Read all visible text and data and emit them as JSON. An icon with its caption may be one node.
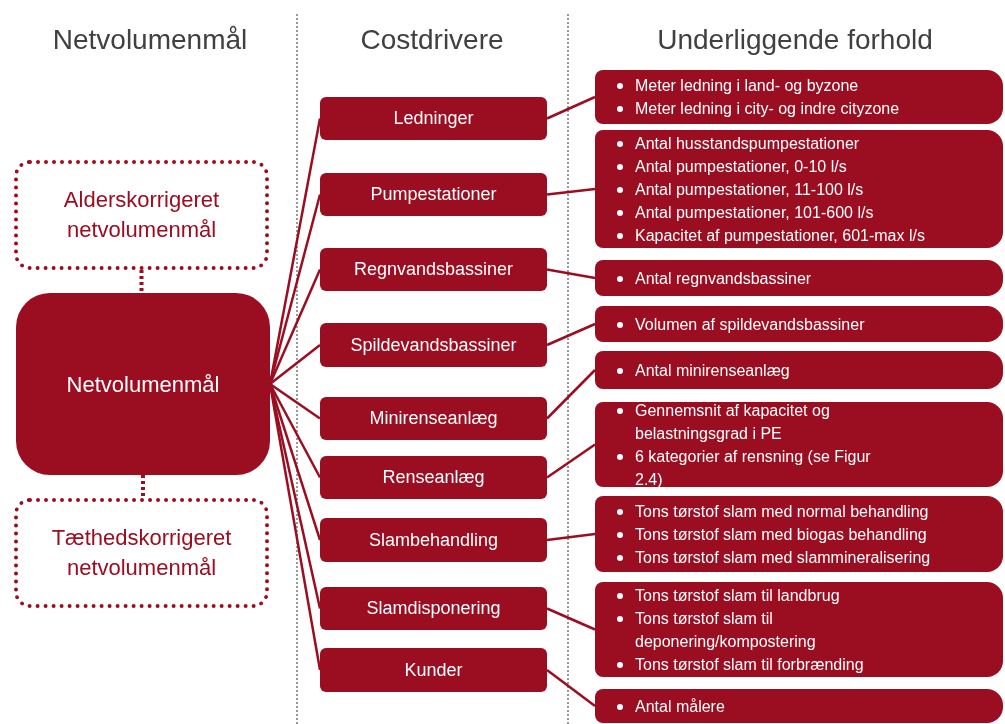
{
  "diagram": {
    "nodes": [
      {
        "text": [
          "Alderskorrigeret netvolumenmål"
        ]
      },
      {
        "text": [
          "Netvolumenmål"
        ]
      },
      {
        "text": [
          "Tæthedskorrigeret netvolumenmål"
        ]
      },
      {
        "text": [
          "Ledninger"
        ]
      },
      {
        "text": [
          "Pumpestationer"
        ]
      },
      {
        "text": [
          "Regnvandsbassiner"
        ]
      },
      {
        "text": [
          "Spildevandsbassiner"
        ]
      },
      {
        "text": [
          "Minirenseanlæg"
        ]
      },
      {
        "text": [
          "Renseanlæg"
        ]
      },
      {
        "text": [
          "Slambehandling"
        ]
      },
      {
        "text": [
          "Slamdisponering"
        ]
      },
      {
        "text": [
          "Kunder"
        ]
      },
      {
        "text": [
          "Meter ledning i land- og byzone",
          "Meter ledning i city- og indre cityzone"
        ]
      },
      {
        "text": [
          "Antal husstandspumpestationer",
          "Antal pumpestationer, 0-10 l/s",
          "Antal pumpestationer, 11-100 l/s",
          "Antal pumpestationer, 101-600 l/s",
          "Kapacitet af pumpestationer, 601-max l/s"
        ]
      },
      {
        "text": [
          "Antal regnvandsbassiner"
        ]
      },
      {
        "text": [
          "Volumen af spildevandsbassiner"
        ]
      },
      {
        "text": [
          "Antal minirenseanlæg"
        ]
      },
      {
        "text": [
          "Gennemsnit af kapacitet og belastningsgrad i PE",
          "6 kategorier af rensning (se Figur 2.4)"
        ]
      },
      {
        "text": [
          "Tons tørstof slam med normal behandling",
          "Tons tørstof slam med biogas behandling",
          "Tons tørstof slam med slammineralisering"
        ]
      },
      {
        "text": [
          "Tons tørstof slam til landbrug",
          "Tons tørstof slam til deponering/kompostering",
          "Tons tørstof slam til forbrænding"
        ]
      },
      {
        "text": [
          "Antal målere"
        ]
      }
    ],
    "edges": [
      {
        "from": 0,
        "to": 1,
        "arrow": "none",
        "style": "dashed"
      },
      {
        "from": 1,
        "to": 2,
        "arrow": "none",
        "style": "dashed"
      },
      {
        "from": 1,
        "to": 3,
        "arrow": "none"
      },
      {
        "from": 1,
        "to": 4,
        "arrow": "none"
      },
      {
        "from": 1,
        "to": 5,
        "arrow": "none"
      },
      {
        "from": 1,
        "to": 6,
        "arrow": "none"
      },
      {
        "from": 1,
        "to": 7,
        "arrow": "none"
      },
      {
        "from": 1,
        "to": 8,
        "arrow": "none"
      },
      {
        "from": 1,
        "to": 9,
        "arrow": "none"
      },
      {
        "from": 1,
        "to": 10,
        "arrow": "none"
      },
      {
        "from": 1,
        "to": 11,
        "arrow": "none"
      },
      {
        "from": 3,
        "to": 12,
        "arrow": "none"
      },
      {
        "from": 4,
        "to": 13,
        "arrow": "none"
      },
      {
        "from": 5,
        "to": 14,
        "arrow": "none"
      },
      {
        "from": 6,
        "to": 15,
        "arrow": "none"
      },
      {
        "from": 7,
        "to": 16,
        "arrow": "none"
      },
      {
        "from": 8,
        "to": 17,
        "arrow": "none"
      },
      {
        "from": 9,
        "to": 18,
        "arrow": "none"
      },
      {
        "from": 10,
        "to": 19,
        "arrow": "none"
      },
      {
        "from": 11,
        "to": 20,
        "arrow": "none"
      }
    ],
    "labels": [
      "Netvolumenmål",
      "Costdrivere",
      "Underliggende forhold"
    ]
  }
}
